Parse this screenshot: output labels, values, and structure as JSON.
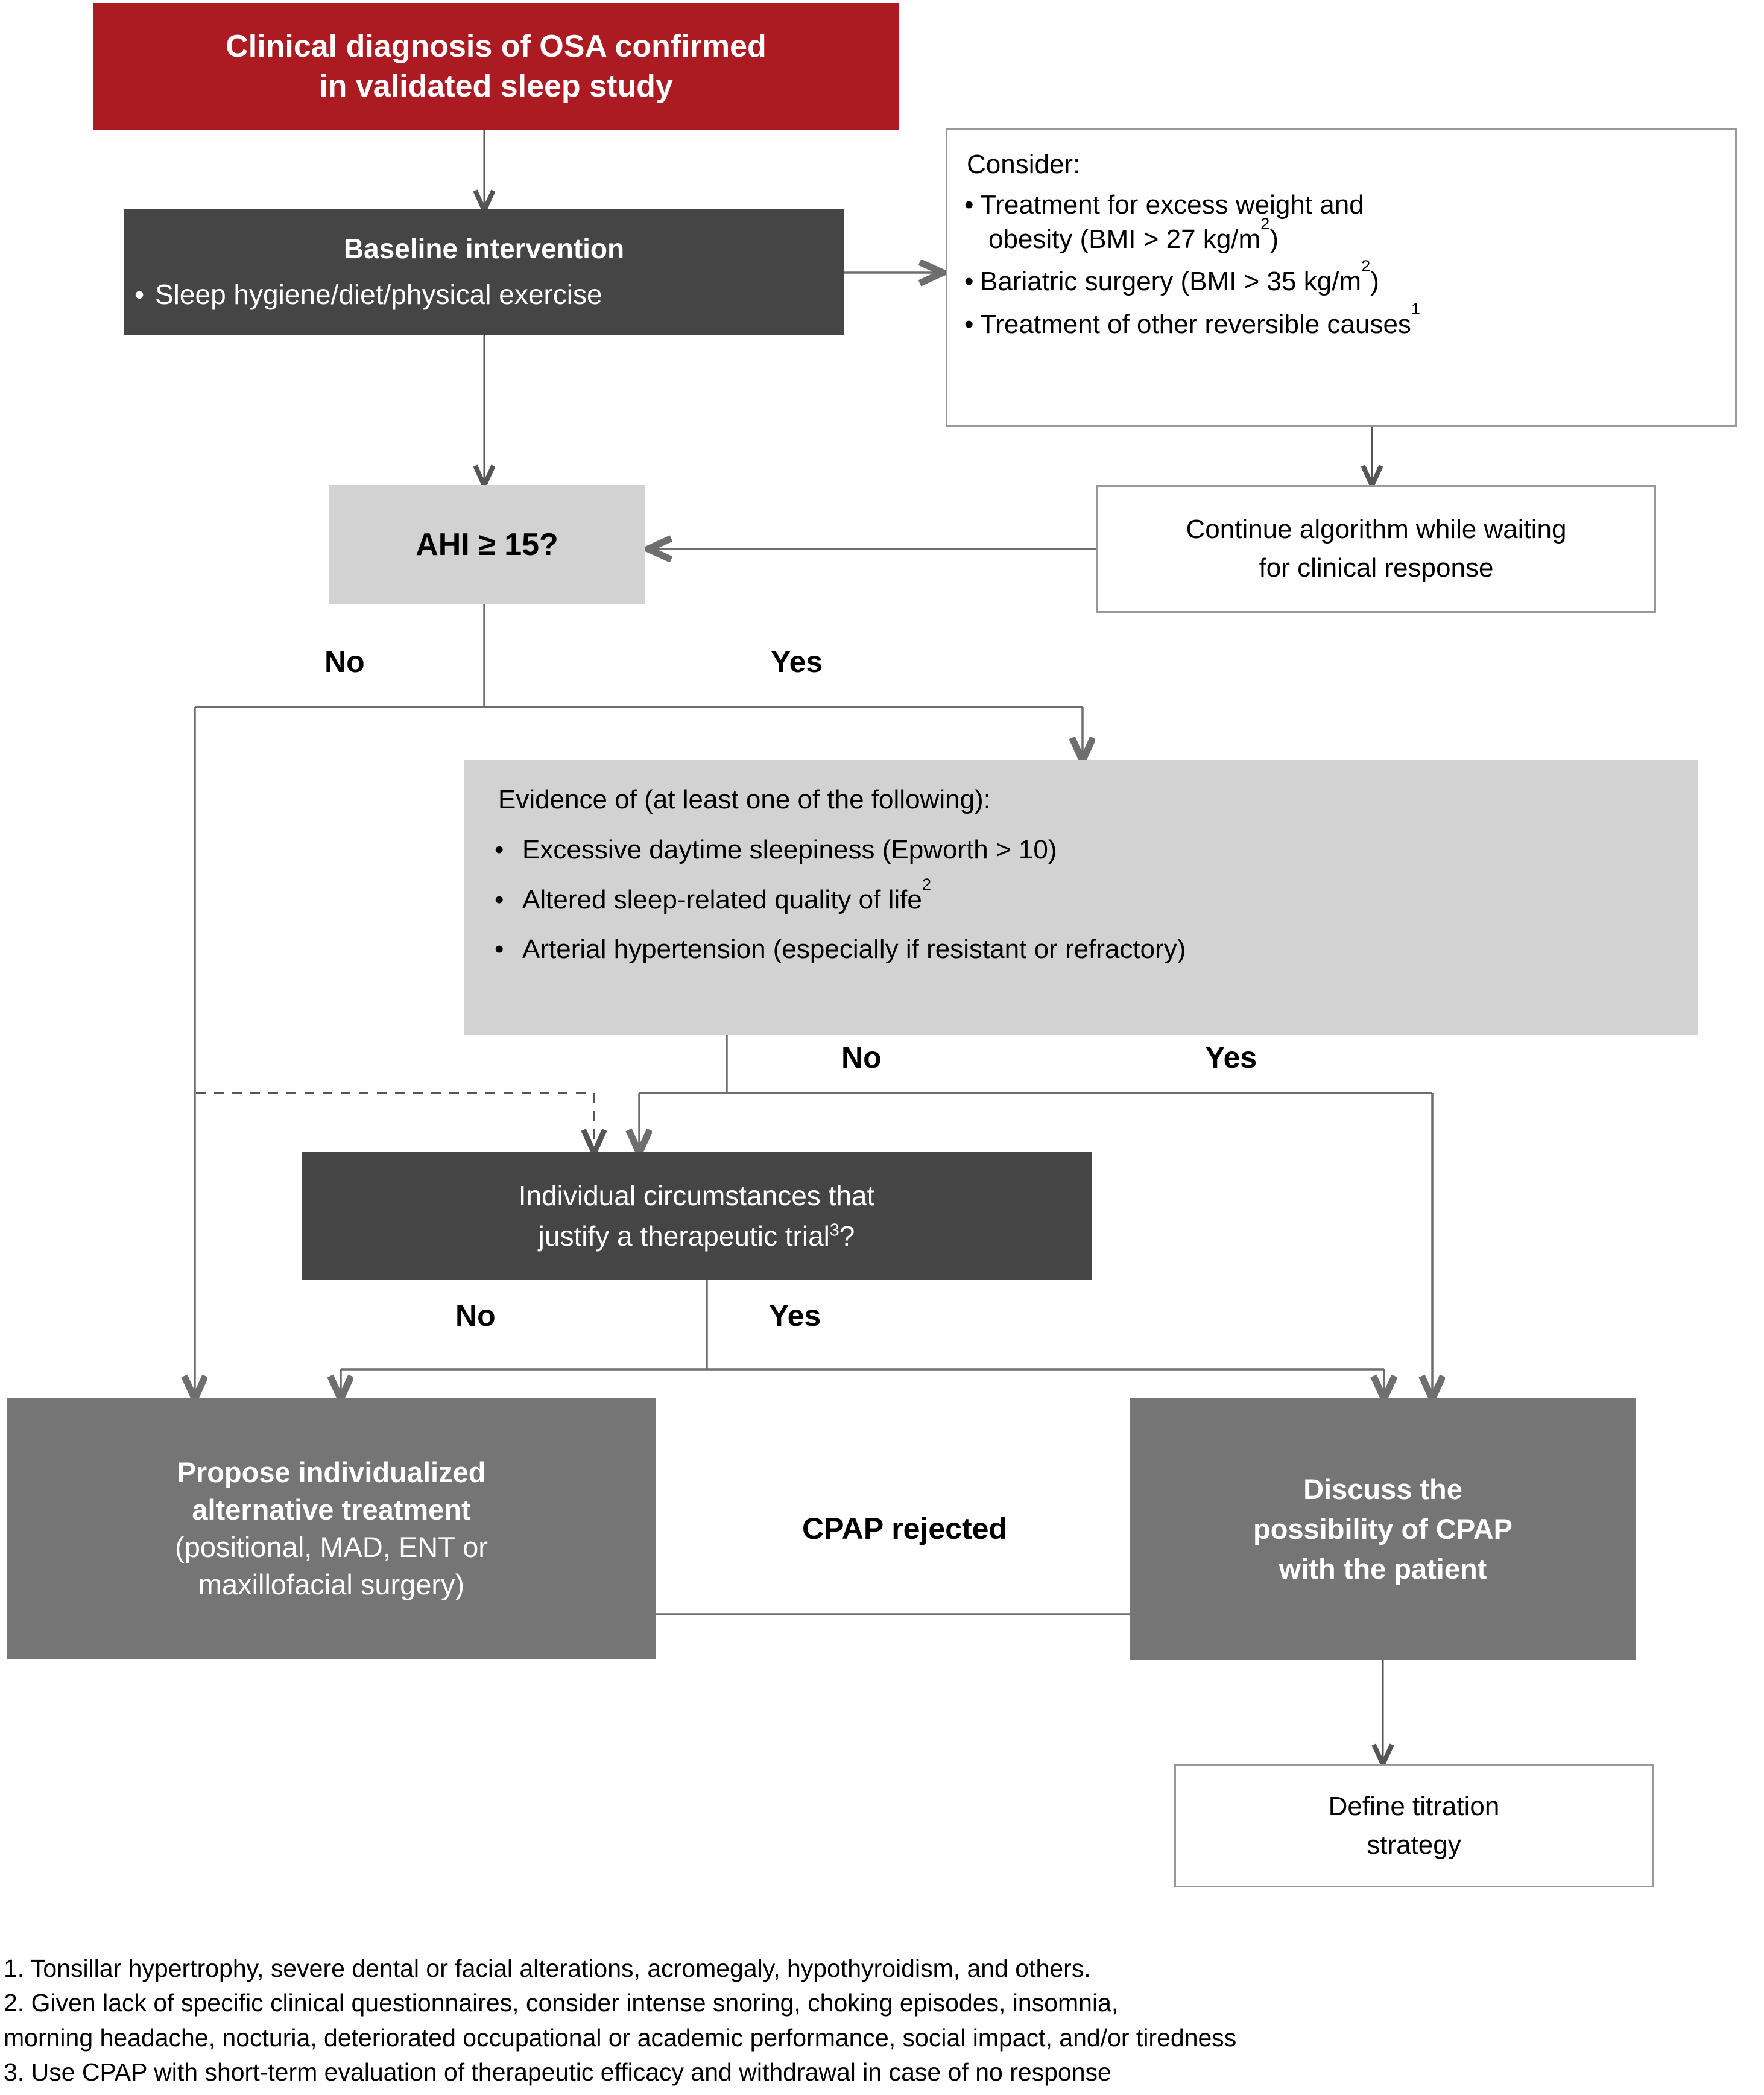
{
  "nodes": {
    "diagnosis": {
      "line1": "Clinical diagnosis of OSA confirmed",
      "line2": "in validated sleep study"
    },
    "baseline": {
      "title": "Baseline intervention",
      "bullet": "Sleep hygiene/diet/physical exercise",
      "bullet_glyph": "•"
    },
    "consider": {
      "heading": "Consider:",
      "items": [
        {
          "text_a": "Treatment for excess weight and",
          "text_b": "obesity (BMI > 27 kg/m",
          "sup": "2",
          "text_c": ")"
        },
        {
          "text_a": "Bariatric surgery (BMI > 35 kg/m",
          "sup": "2",
          "text_c": ")"
        },
        {
          "text_a": "Treatment of other reversible causes",
          "sup": "1",
          "text_c": ""
        }
      ],
      "bullet_glyph": "•"
    },
    "ahi": {
      "label": "AHI ≥ 15?"
    },
    "continue": {
      "line1": "Continue algorithm while waiting",
      "line2": "for clinical response"
    },
    "evidence": {
      "heading": "Evidence of (at least one of the following):",
      "bullet_glyph": "•",
      "items": [
        {
          "text": "Excessive daytime sleepiness (Epworth > 10)",
          "sup": ""
        },
        {
          "text": "Altered sleep-related quality of life",
          "sup": "2"
        },
        {
          "text": "Arterial hypertension (especially if resistant or refractory)",
          "sup": ""
        }
      ]
    },
    "trial": {
      "line1": "Individual circumstances that",
      "line2a": "justify a therapeutic trial",
      "sup": "3",
      "line2b": "?"
    },
    "alternative": {
      "line1": "Propose individualized",
      "line2": "alternative treatment",
      "line3": "(positional, MAD, ENT or",
      "line4": "maxillofacial surgery)"
    },
    "cpap": {
      "line1": "Discuss the",
      "line2": "possibility of CPAP",
      "line3": "with the patient"
    },
    "titration": {
      "line1": "Define titration",
      "line2": "strategy"
    }
  },
  "edge_labels": {
    "ahi_no": "No",
    "ahi_yes": "Yes",
    "evidence_no": "No",
    "evidence_yes": "Yes",
    "trial_no": "No",
    "trial_yes": "Yes",
    "cpap_rejected": "CPAP rejected"
  },
  "footnotes": [
    "1. Tonsillar hypertrophy, severe dental or facial alterations, acromegaly, hypothyroidism, and others.",
    "2. Given lack of specific clinical questionnaires, consider intense snoring, choking episodes, insomnia,",
    " morning headache, nocturia, deteriorated occupational or academic performance, social impact, and/or tiredness",
    "3. Use CPAP with short-term evaluation of therapeutic efficacy and withdrawal in case of no response"
  ],
  "colors": {
    "red": "#AC1A22",
    "dark_gray": "#454545",
    "mid_gray": "#757575",
    "light_gray": "#D2D2D2",
    "line": "#6E6E6E"
  }
}
